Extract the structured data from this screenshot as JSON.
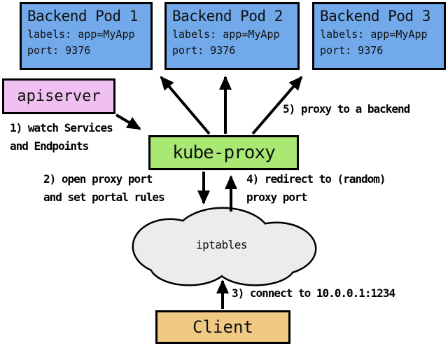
{
  "colors": {
    "background": "#FFFFFF",
    "border": "#000000",
    "pod_fill": "#71A9EB",
    "apiserver_fill": "#EFC0F1",
    "kube_proxy_fill": "#A9E873",
    "cloud_fill": "#ECECEC",
    "client_fill": "#F0C985"
  },
  "pods": [
    {
      "title": "Backend Pod 1",
      "labels": "labels: app=MyApp",
      "port": "port: 9376"
    },
    {
      "title": "Backend Pod 2",
      "labels": "labels: app=MyApp",
      "port": "port: 9376"
    },
    {
      "title": "Backend Pod 3",
      "labels": "labels: app=MyApp",
      "port": "port: 9376"
    }
  ],
  "nodes": {
    "apiserver": "apiserver",
    "kube_proxy": "kube-proxy",
    "iptables": "iptables",
    "client": "Client"
  },
  "annotations": {
    "step1": "1) watch Services\nand Endpoints",
    "step2": "2) open proxy port\nand set portal rules",
    "step3": "3) connect to 10.0.0.1:1234",
    "step4": "4) redirect to (random)\nproxy port",
    "step5": "5) proxy to a backend"
  }
}
